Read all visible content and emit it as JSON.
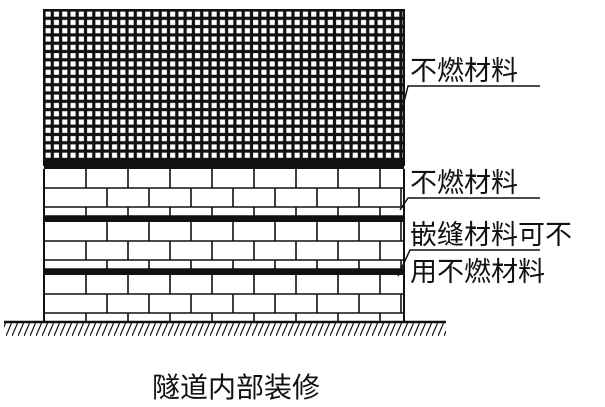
{
  "labels": {
    "top_material": "不燃材料",
    "brick_material": "不燃材料",
    "joint_line1": "嵌缝材料可不",
    "joint_line2": "用不燃材料"
  },
  "caption": "隧道内部装修",
  "colors": {
    "ink": "#111111",
    "background": "#ffffff"
  }
}
